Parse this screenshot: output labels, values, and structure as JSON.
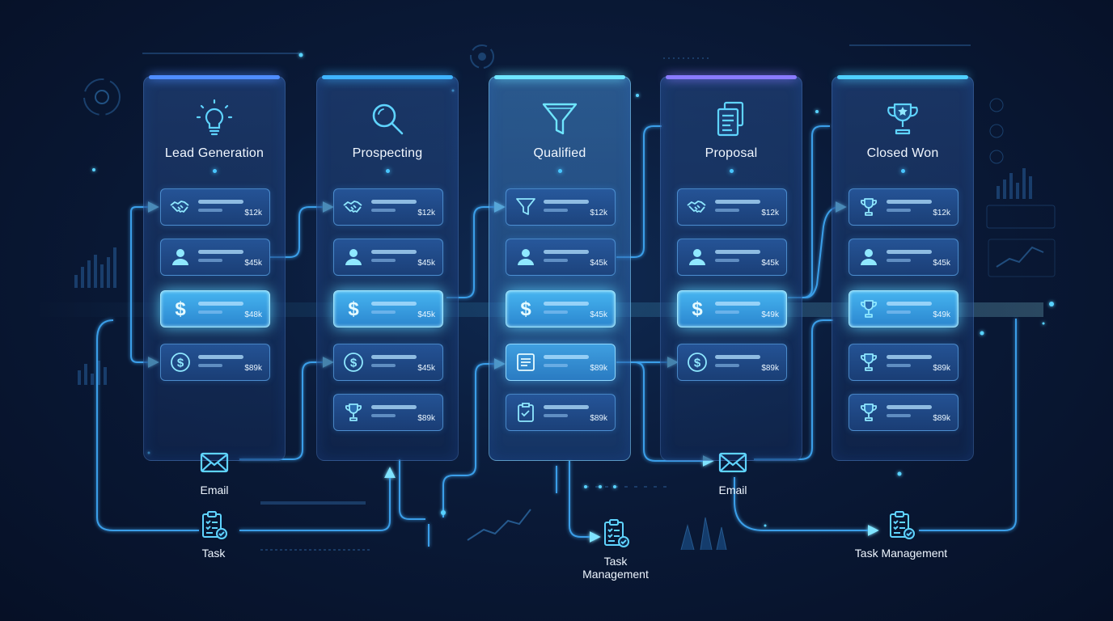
{
  "columns": [
    {
      "key": "lead",
      "title": "Lead Generation",
      "icon": "lightbulb-icon",
      "cap": "#4f8dff",
      "cards": [
        {
          "icon": "handshake-icon",
          "amount": "$12k",
          "state": "normal"
        },
        {
          "icon": "user-icon",
          "amount": "$45k",
          "state": "normal"
        },
        {
          "icon": "dollar-icon",
          "amount": "$48k",
          "state": "hot"
        },
        {
          "icon": "dollar-circle-icon",
          "amount": "$89k",
          "state": "normal"
        }
      ]
    },
    {
      "key": "prospect",
      "title": "Prospecting",
      "icon": "magnifier-icon",
      "cap": "#3fb4ff",
      "cards": [
        {
          "icon": "handshake-icon",
          "amount": "$12k",
          "state": "normal"
        },
        {
          "icon": "user-icon",
          "amount": "$45k",
          "state": "normal"
        },
        {
          "icon": "dollar-icon",
          "amount": "$45k",
          "state": "hot"
        },
        {
          "icon": "dollar-circle-icon",
          "amount": "$45k",
          "state": "normal"
        },
        {
          "icon": "trophy-icon",
          "amount": "$89k",
          "state": "normal"
        }
      ]
    },
    {
      "key": "qualified",
      "title": "Qualified",
      "icon": "funnel-icon",
      "cap": "#6fe6ff",
      "cards": [
        {
          "icon": "funnel-icon",
          "amount": "$12k",
          "state": "normal"
        },
        {
          "icon": "user-icon",
          "amount": "$45k",
          "state": "normal"
        },
        {
          "icon": "dollar-icon",
          "amount": "$45k",
          "state": "hot"
        },
        {
          "icon": "document-icon",
          "amount": "$89k",
          "state": "warm"
        },
        {
          "icon": "checklist-icon",
          "amount": "$89k",
          "state": "normal"
        }
      ]
    },
    {
      "key": "proposal",
      "title": "Proposal",
      "icon": "documents-icon",
      "cap": "#8a7bff",
      "cards": [
        {
          "icon": "handshake-icon",
          "amount": "$12k",
          "state": "normal"
        },
        {
          "icon": "user-icon",
          "amount": "$45k",
          "state": "normal"
        },
        {
          "icon": "dollar-icon",
          "amount": "$49k",
          "state": "hot"
        },
        {
          "icon": "dollar-circle-icon",
          "amount": "$89k",
          "state": "normal"
        }
      ]
    },
    {
      "key": "won",
      "title": "Closed Won",
      "icon": "trophy-icon",
      "cap": "#4fd0ff",
      "cards": [
        {
          "icon": "trophy-icon",
          "amount": "$12k",
          "state": "normal"
        },
        {
          "icon": "user-icon",
          "amount": "$45k",
          "state": "normal"
        },
        {
          "icon": "trophy-icon",
          "amount": "$49k",
          "state": "hot"
        },
        {
          "icon": "trophy-icon",
          "amount": "$89k",
          "state": "normal"
        },
        {
          "icon": "trophy-icon",
          "amount": "$89k",
          "state": "normal"
        }
      ]
    }
  ],
  "nodes": [
    {
      "key": "email1",
      "label": "Email",
      "icon": "envelope-icon"
    },
    {
      "key": "task1",
      "label": "Task",
      "icon": "clipboard-check-icon"
    },
    {
      "key": "task2",
      "label": "Task Management",
      "icon": "clipboard-check-icon"
    },
    {
      "key": "email2",
      "label": "Email",
      "icon": "envelope-icon"
    },
    {
      "key": "task3",
      "label": "Task Management",
      "icon": "clipboard-check-icon"
    }
  ],
  "colors": {
    "accent": "#49c6ff",
    "wire": "#3a9ee8",
    "glow": "#7fe3ff",
    "background": "#0a1a38"
  }
}
